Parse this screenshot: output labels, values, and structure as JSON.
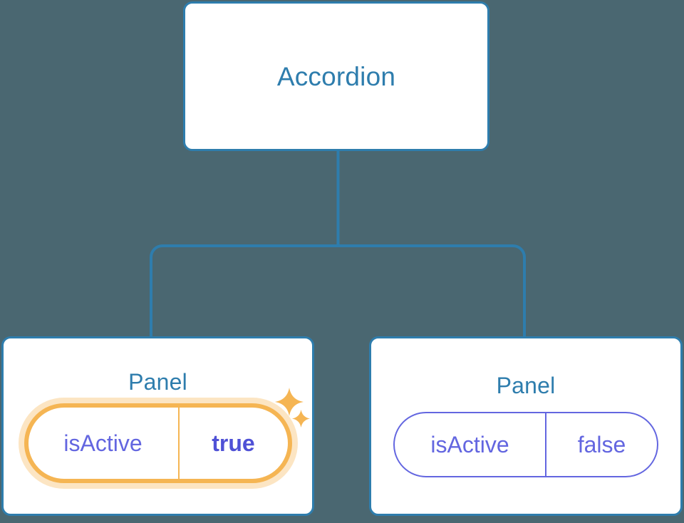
{
  "theme": {
    "background": "#4a6771",
    "node_border": "#2e7dad",
    "node_fill": "#ffffff",
    "title_color": "#2e7dad",
    "connector": "#2e7dad",
    "prop_default": "#6366e0",
    "prop_highlight": "#f5b553",
    "prop_highlight_glow": "rgba(245,181,83,0.35)"
  },
  "tree": {
    "root": {
      "title": "Accordion"
    },
    "children": [
      {
        "title": "Panel",
        "highlighted": true,
        "prop": {
          "key": "isActive",
          "value": "true"
        },
        "sparkles": [
          {
            "icon": "sparkle-icon",
            "size": "large"
          },
          {
            "icon": "sparkle-icon",
            "size": "small"
          }
        ]
      },
      {
        "title": "Panel",
        "highlighted": false,
        "prop": {
          "key": "isActive",
          "value": "false"
        }
      }
    ]
  }
}
